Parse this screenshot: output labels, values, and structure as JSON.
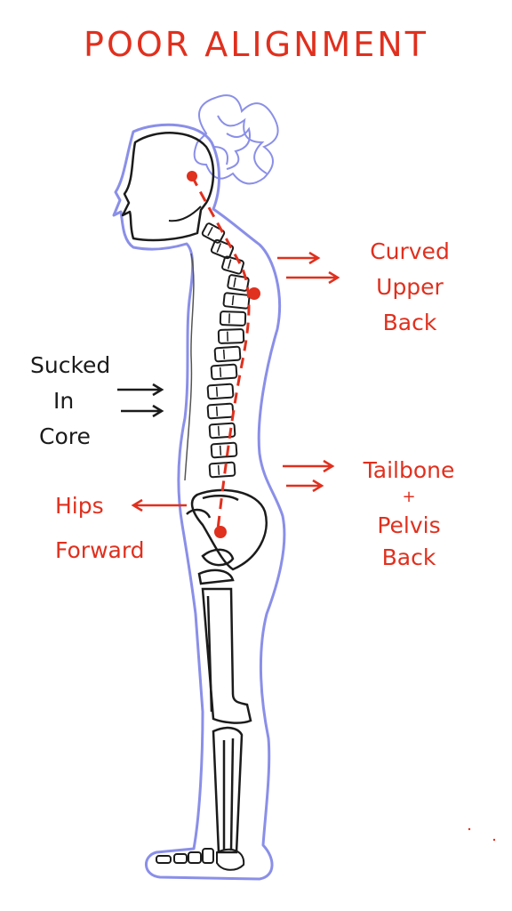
{
  "title": "POOR ALIGNMENT",
  "colors": {
    "annotation": "#e0301e",
    "outline": "#8a8fe8",
    "bone": "#1b1b1b",
    "background": "#ffffff"
  },
  "labels": {
    "curved_upper_back": [
      "Curved",
      "Upper",
      "Back"
    ],
    "sucked_in_core": [
      "Sucked",
      "In",
      "Core"
    ],
    "hips_forward": [
      "Hips",
      "Forward"
    ],
    "tailbone_pelvis_back": [
      "Tailbone",
      "+",
      "Pelvis",
      "Back"
    ]
  }
}
